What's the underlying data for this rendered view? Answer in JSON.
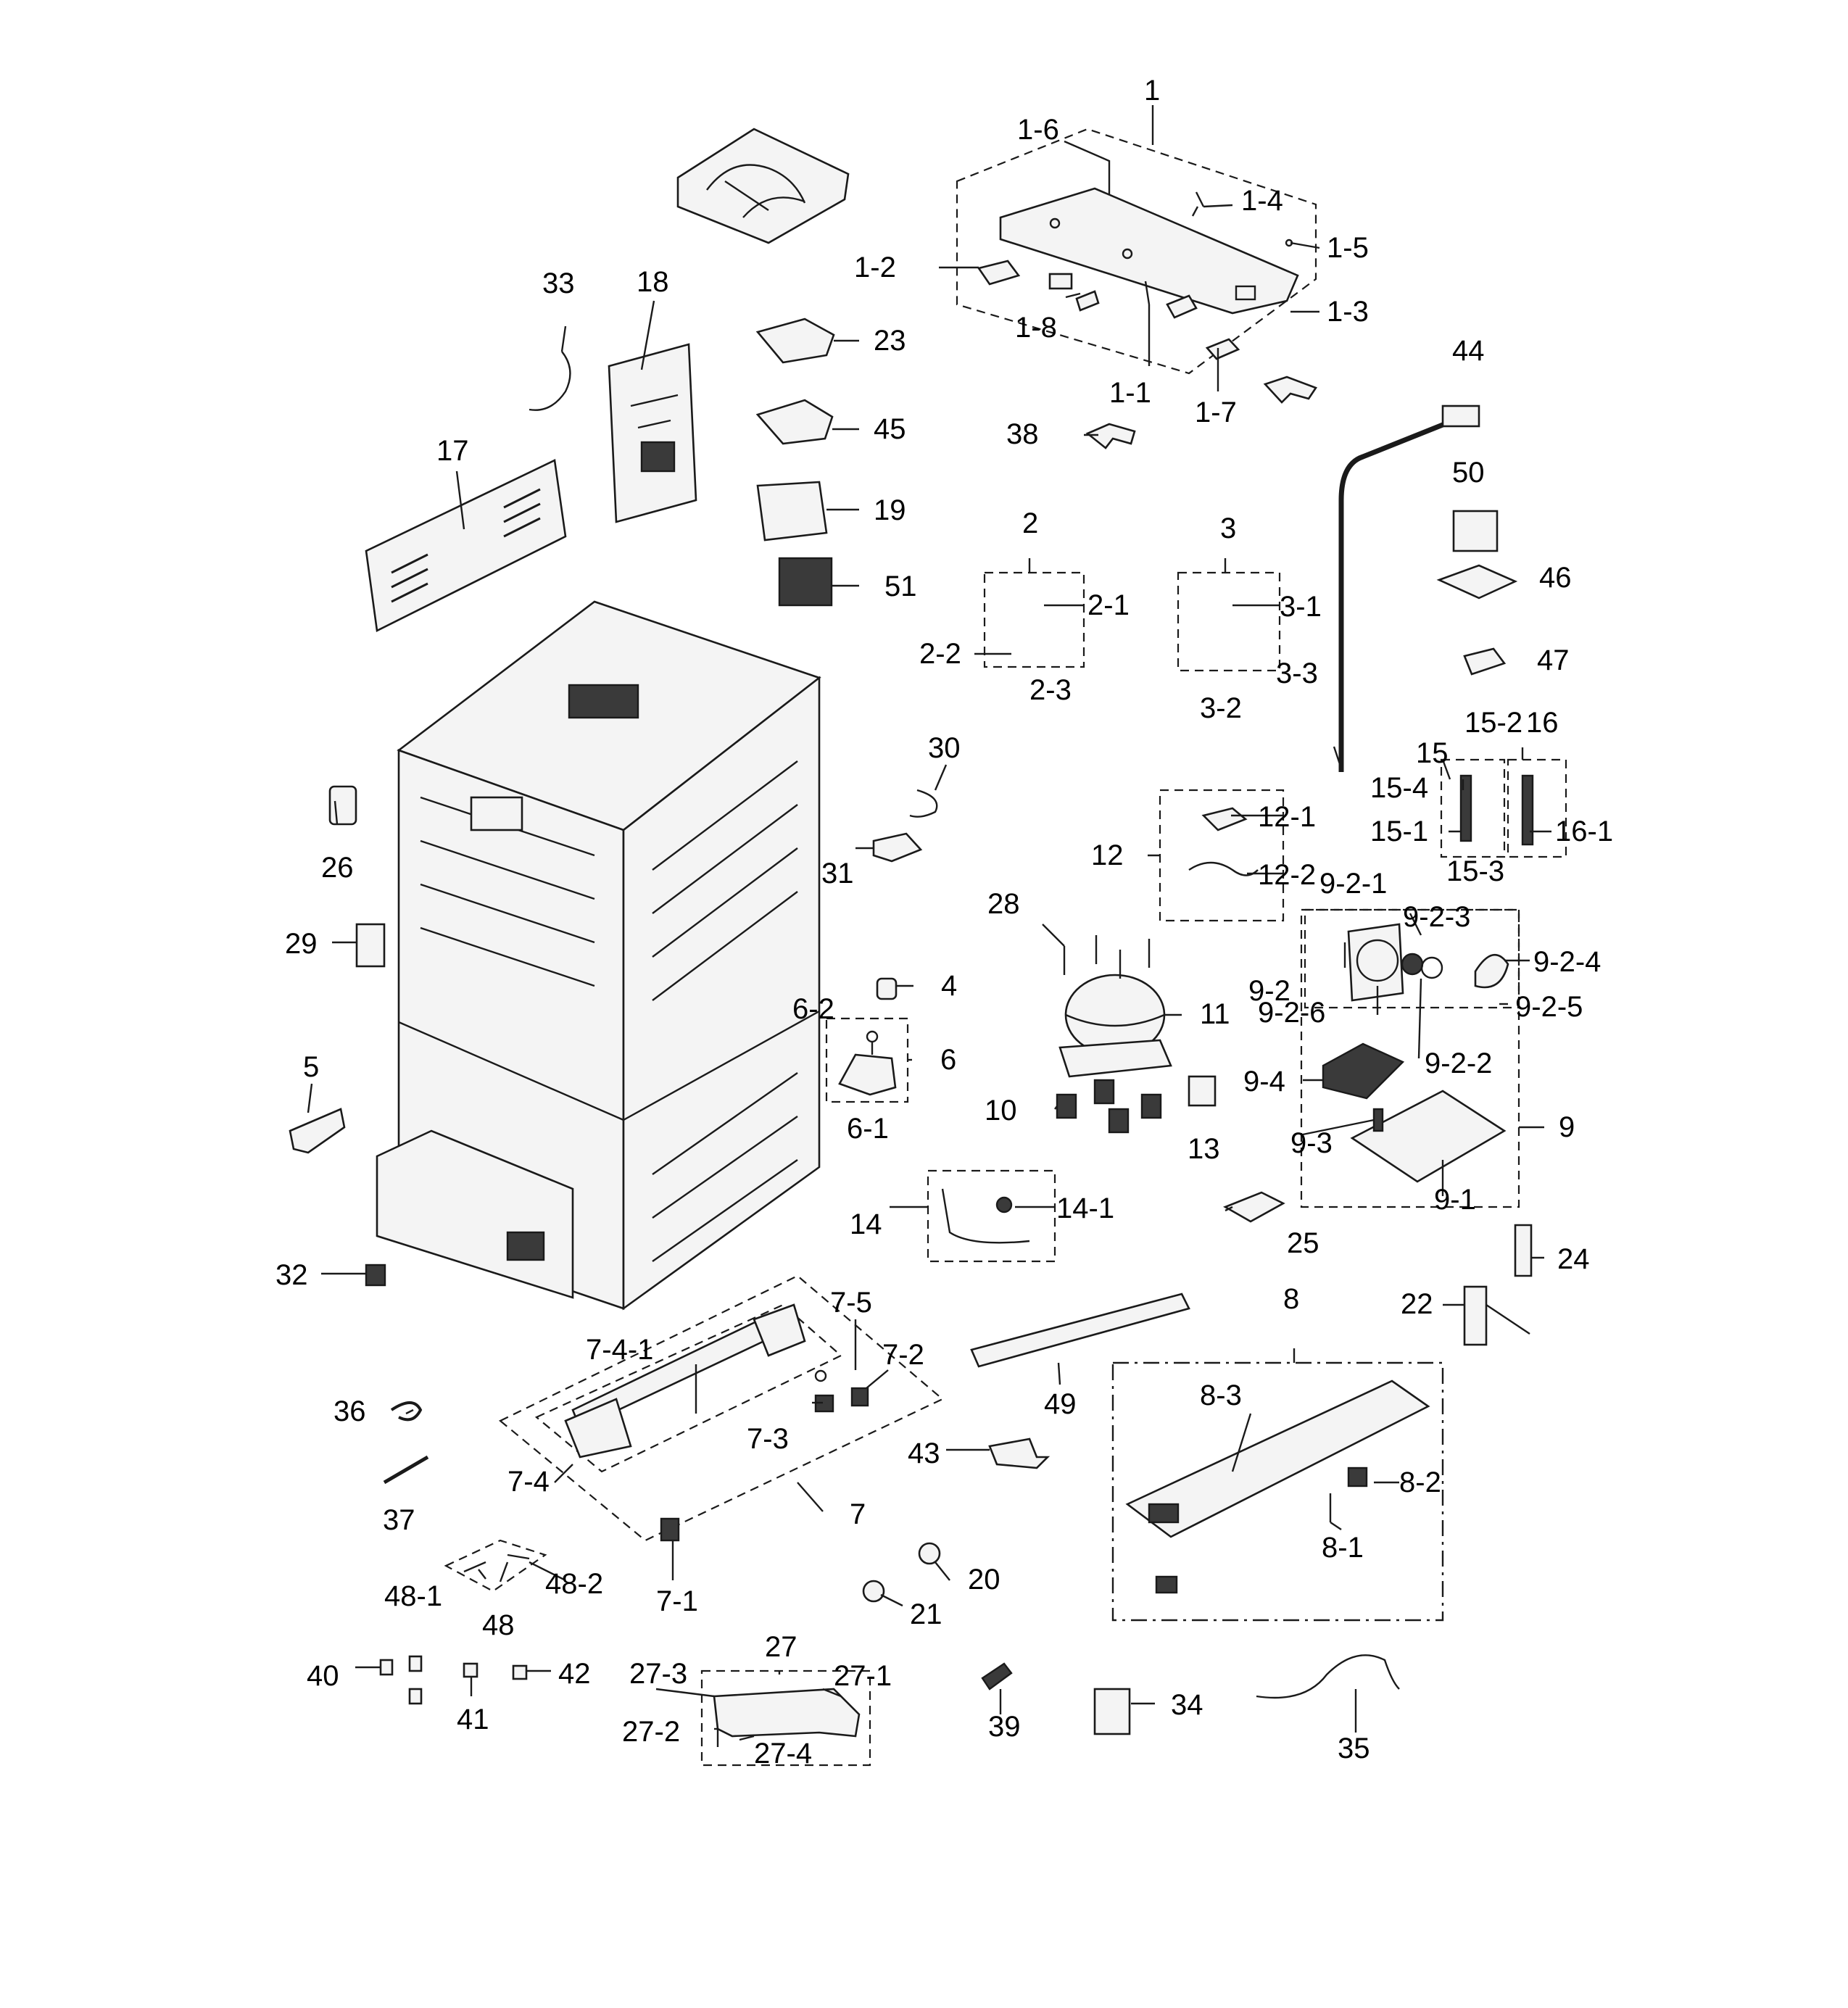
{
  "labels": {
    "p1": "1",
    "p1_1": "1-1",
    "p1_2": "1-2",
    "p1_3": "1-3",
    "p1_4": "1-4",
    "p1_5": "1-5",
    "p1_6": "1-6",
    "p1_7": "1-7",
    "p1_8": "1-8",
    "p2": "2",
    "p2_1": "2-1",
    "p2_2": "2-2",
    "p2_3": "2-3",
    "p3": "3",
    "p3_1": "3-1",
    "p3_2": "3-2",
    "p3_3": "3-3",
    "p4": "4",
    "p5": "5",
    "p6": "6",
    "p6_1": "6-1",
    "p6_2": "6-2",
    "p7": "7",
    "p7_1": "7-1",
    "p7_2": "7-2",
    "p7_3": "7-3",
    "p7_4": "7-4",
    "p7_4_1": "7-4-1",
    "p7_5": "7-5",
    "p8": "8",
    "p8_1": "8-1",
    "p8_2": "8-2",
    "p8_3": "8-3",
    "p9": "9",
    "p9_1": "9-1",
    "p9_2": "9-2",
    "p9_2_1": "9-2-1",
    "p9_2_2": "9-2-2",
    "p9_2_3": "9-2-3",
    "p9_2_4": "9-2-4",
    "p9_2_5": "9-2-5",
    "p9_2_6": "9-2-6",
    "p9_3": "9-3",
    "p9_4": "9-4",
    "p10": "10",
    "p11": "11",
    "p12": "12",
    "p12_1": "12-1",
    "p12_2": "12-2",
    "p13": "13",
    "p14": "14",
    "p14_1": "14-1",
    "p15": "15",
    "p15_1": "15-1",
    "p15_2": "15-2",
    "p15_3": "15-3",
    "p15_4": "15-4",
    "p16": "16",
    "p16_1": "16-1",
    "p17": "17",
    "p18": "18",
    "p19": "19",
    "p20": "20",
    "p21": "21",
    "p22": "22",
    "p23": "23",
    "p24": "24",
    "p25": "25",
    "p26": "26",
    "p27": "27",
    "p27_1": "27-1",
    "p27_2": "27-2",
    "p27_3": "27-3",
    "p27_4": "27-4",
    "p28": "28",
    "p29": "29",
    "p30": "30",
    "p31": "31",
    "p32": "32",
    "p33": "33",
    "p34": "34",
    "p35": "35",
    "p36": "36",
    "p37": "37",
    "p38": "38",
    "p39": "39",
    "p40": "40",
    "p41": "41",
    "p42": "42",
    "p43": "43",
    "p44": "44",
    "p45": "45",
    "p46": "46",
    "p47": "47",
    "p48": "48",
    "p48_1": "48-1",
    "p48_2": "48-2",
    "p49": "49",
    "p50": "50",
    "p51": "51"
  }
}
